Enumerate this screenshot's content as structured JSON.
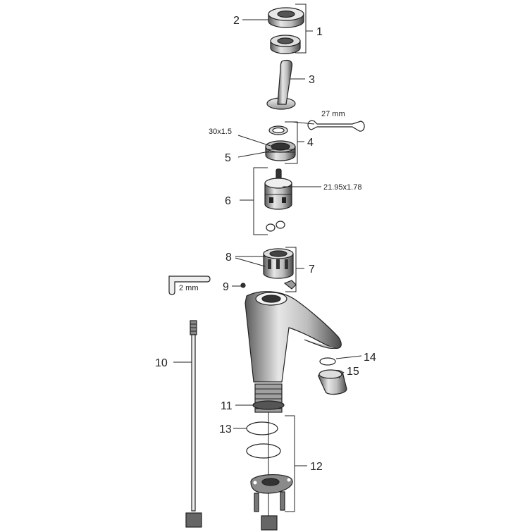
{
  "callouts": {
    "c1": "1",
    "c2": "2",
    "c3": "3",
    "c4": "4",
    "c5": "5",
    "c6": "6",
    "c7": "7",
    "c8": "8",
    "c9": "9",
    "c10": "10",
    "c11": "11",
    "c12": "12",
    "c13": "13",
    "c14": "14",
    "c15": "15"
  },
  "dimensions": {
    "wrench": "27 mm",
    "thread": "30x1.5",
    "oring": "21.95x1.78",
    "hex_key": "2 mm"
  },
  "colors": {
    "line": "#222222",
    "metal_dark": "#3a3a3a",
    "metal_mid": "#8a8a8a",
    "metal_light": "#d6d6d6",
    "background": "#ffffff"
  }
}
